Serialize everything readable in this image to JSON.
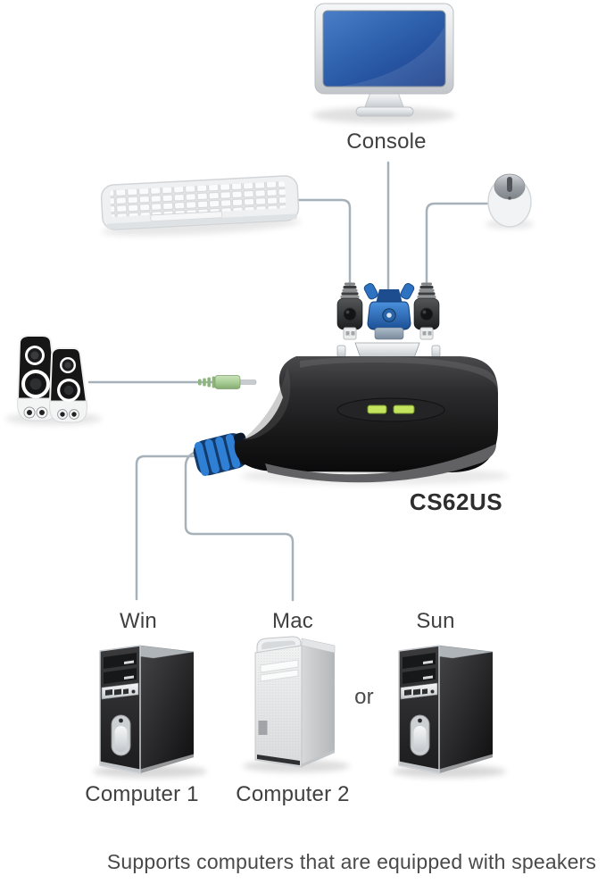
{
  "diagram": {
    "console": {
      "label": "Console"
    },
    "kvm": {
      "model": "CS62US",
      "led_count": 2
    },
    "computers": [
      {
        "os": "Win",
        "caption": "Computer 1"
      },
      {
        "os": "Mac",
        "caption": "Computer 2"
      },
      {
        "os": "Sun"
      }
    ],
    "or_label": "or",
    "footnote": "Supports computers that are equipped with speakers"
  },
  "icons": {
    "monitor-icon": "display with blue screen",
    "keyboard-icon": "white desktop keyboard",
    "mouse-icon": "white mouse",
    "speakers-icon": "pair of stereo speakers",
    "audio-jack-icon": "green 3.5mm audio plug",
    "usb-connector-icon": "USB plug",
    "vga-connector-icon": "blue VGA plug",
    "kvm-switch-icon": "black 2-port KVM switch with green LEDs",
    "tower-pc-icon": "black tower computer",
    "mac-tower-icon": "silver mac tower computer"
  },
  "colors": {
    "cable": "#a6b1b9",
    "screen_blue": "#2b62b4",
    "vga_blue": "#2e72c2",
    "led_green": "#c3e45c",
    "jack_green": "#a9cf97",
    "device_black": "#19191a",
    "label_text": "#404040"
  }
}
